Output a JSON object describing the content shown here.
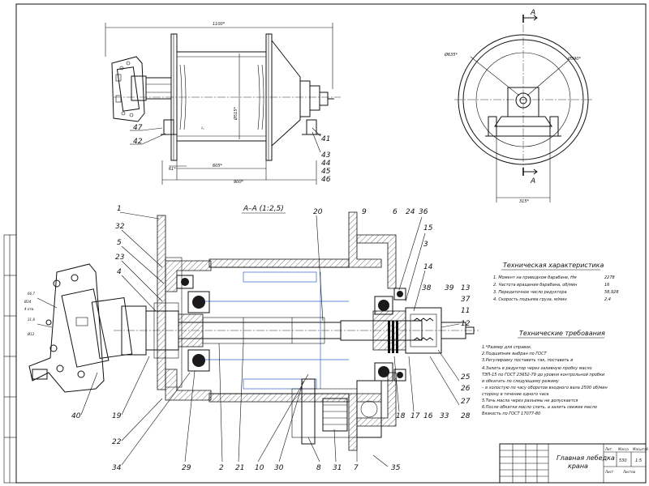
{
  "dimensions": {
    "top_length": "1100*",
    "flange_gap": "61*",
    "drum_length": "605*",
    "total_length": "900*",
    "drum_dia": "Ø515*",
    "side_outer_dia": "Ø635*",
    "side_drum_dia": "Ø590*",
    "side_width": "315*",
    "motor_dim_1": "66,7",
    "motor_dim_2": "Ø34",
    "motor_dim_3": "4 отв.",
    "motor_dim_4": "31,8",
    "motor_dim_5": "Ø12"
  },
  "section_marks": {
    "top": "A",
    "bottom": "A",
    "section_title": "A–A (1:2,5)"
  },
  "callouts_top": [
    "47",
    "42",
    "41",
    "43",
    "44",
    "45",
    "46"
  ],
  "callouts_section": [
    {
      "id": "c1",
      "text": "1"
    },
    {
      "id": "c32",
      "text": "32"
    },
    {
      "id": "c5",
      "text": "5"
    },
    {
      "id": "c23",
      "text": "23"
    },
    {
      "id": "c4",
      "text": "4"
    },
    {
      "id": "c20",
      "text": "20"
    },
    {
      "id": "c9",
      "text": "9"
    },
    {
      "id": "c6",
      "text": "6"
    },
    {
      "id": "c24",
      "text": "24"
    },
    {
      "id": "c36",
      "text": "36"
    },
    {
      "id": "c15",
      "text": "15"
    },
    {
      "id": "c3",
      "text": "3"
    },
    {
      "id": "c14",
      "text": "14"
    },
    {
      "id": "c38",
      "text": "38"
    },
    {
      "id": "c39",
      "text": "39"
    },
    {
      "id": "c13",
      "text": "13"
    },
    {
      "id": "c37",
      "text": "37"
    },
    {
      "id": "c11",
      "text": "11"
    },
    {
      "id": "c12",
      "text": "12"
    },
    {
      "id": "c25",
      "text": "25"
    },
    {
      "id": "c26",
      "text": "26"
    },
    {
      "id": "c27",
      "text": "27"
    },
    {
      "id": "c28",
      "text": "28"
    },
    {
      "id": "c33",
      "text": "33"
    },
    {
      "id": "c18",
      "text": "18"
    },
    {
      "id": "c17",
      "text": "17"
    },
    {
      "id": "c16",
      "text": "16"
    },
    {
      "id": "c35",
      "text": "35"
    },
    {
      "id": "c7",
      "text": "7"
    },
    {
      "id": "c31",
      "text": "31"
    },
    {
      "id": "c8",
      "text": "8"
    },
    {
      "id": "c30",
      "text": "30"
    },
    {
      "id": "c10",
      "text": "10"
    },
    {
      "id": "c21",
      "text": "21"
    },
    {
      "id": "c2",
      "text": "2"
    },
    {
      "id": "c29",
      "text": "29"
    },
    {
      "id": "c34",
      "text": "34"
    },
    {
      "id": "c22",
      "text": "22"
    },
    {
      "id": "c19",
      "text": "19"
    },
    {
      "id": "c40",
      "text": "40"
    }
  ],
  "tech_char": {
    "title": "Техническая характеристика",
    "lines": [
      "1. Момент на приводном барабане, Нм",
      "2. Частота вращения барабана, об/мин",
      "3. Передаточное число редуктора",
      "4. Скорость подъема груза, м/мин"
    ],
    "values": [
      "2278",
      "16",
      "58,928",
      "2,4"
    ]
  },
  "tech_req": {
    "title": "Технические требования",
    "lines": [
      "1.*Размер для справок.",
      "2.Подшипник выбран по ГОСТ",
      "3.Регулировку поставить так, поставить в",
      "4.Залить в редуктор через заливную пробку масло",
      "ТЭП-15 по ГОСТ 23652-79 до уровня контрольной пробки",
      "и обкатать по следующему режиму",
      "– в холостую по часу оборотов входного вала 2500 об/мин",
      "сторону в течение одного часа",
      "5.Течь масла через разъемы не допускается",
      "6.После обкатки масло слить, а залить свежее масло",
      "Вязкость по ГОСТ 17077-80"
    ]
  },
  "title_block": {
    "name_line1": "Главная лебедка",
    "name_line2": "крана",
    "mass": "530",
    "scale": "1:5",
    "sheet": "Лист",
    "sheets": "Листов",
    "letter": "Лит.",
    "mass_label": "Масса",
    "scale_label": "Масштаб"
  }
}
